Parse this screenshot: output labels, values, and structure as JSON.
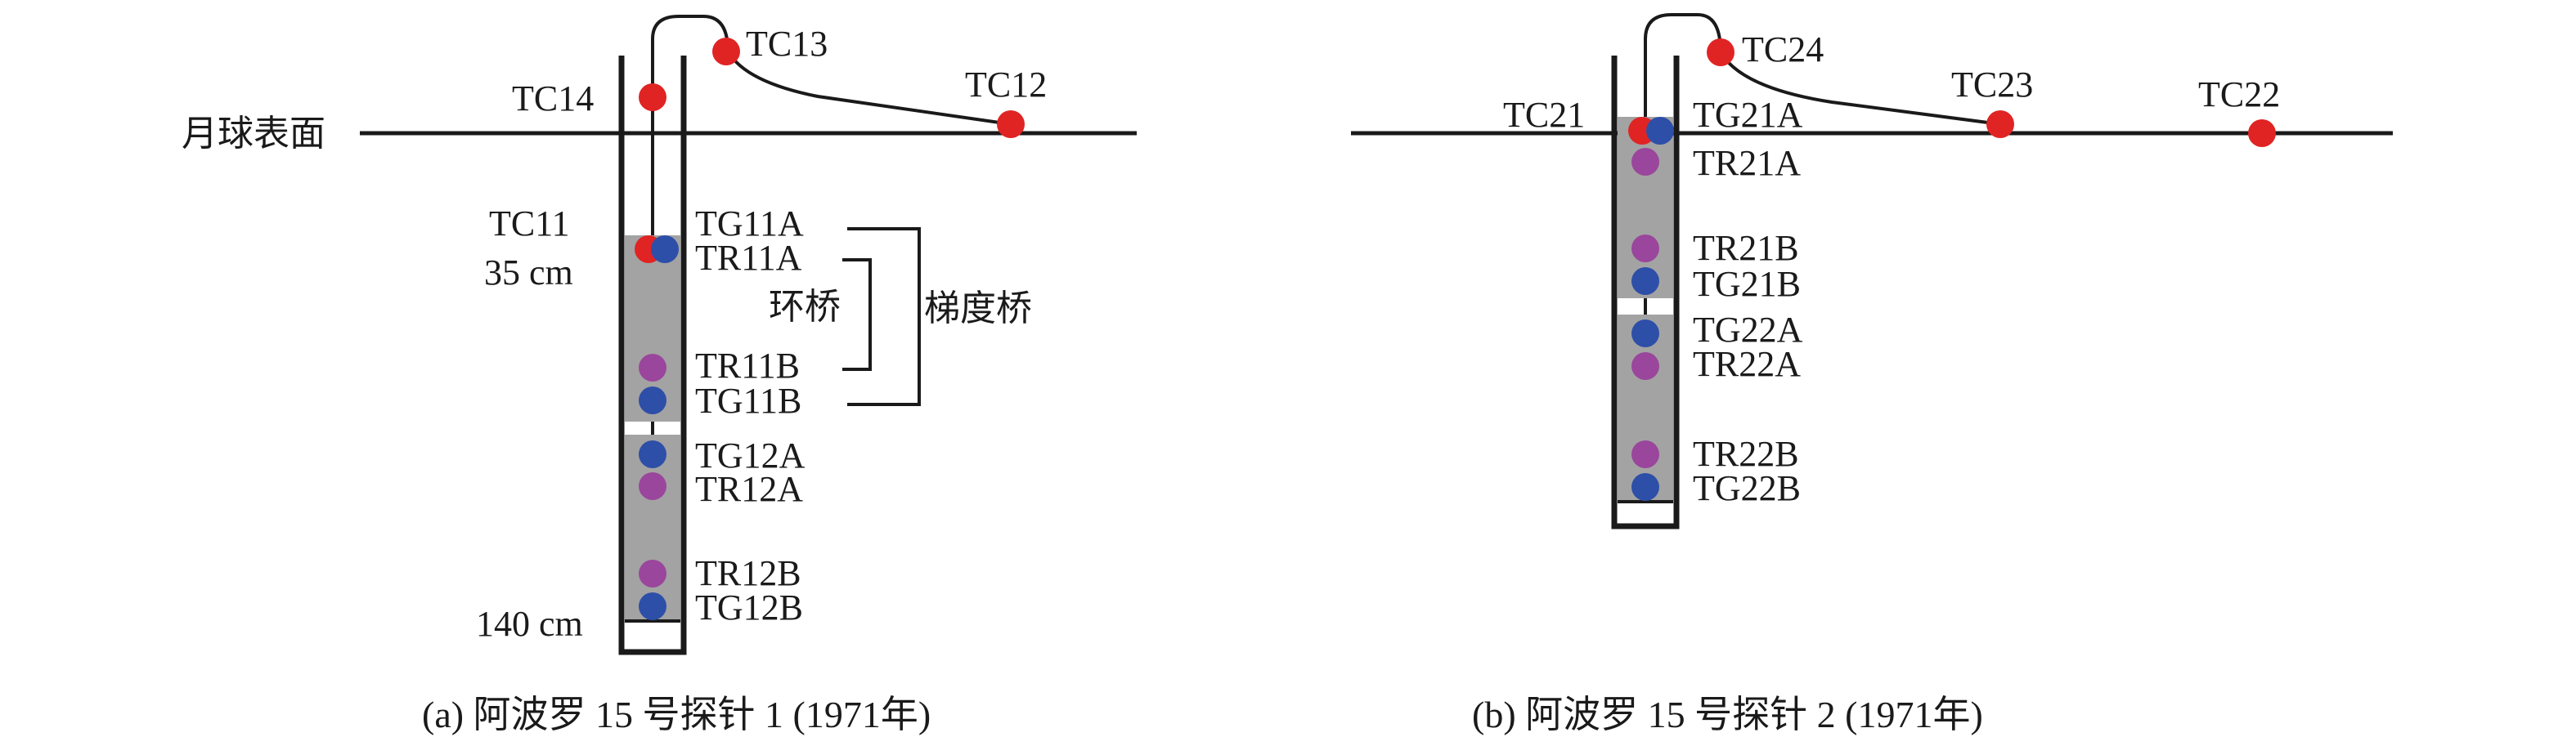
{
  "colors": {
    "probe_fill": "#a3a3a3",
    "line": "#1a1a1a",
    "tc_sensor": "#e02424",
    "tg_sensor": "#2e4fa8",
    "tr_sensor": "#9a469c"
  },
  "panel_a": {
    "surface_label": "月球表面",
    "top_sensors": {
      "tc14": "TC14",
      "tc13": "TC13",
      "tc12": "TC12"
    },
    "depth_label_line1": "TC11",
    "depth_label_line2": "35 cm",
    "bottom_depth": "140 cm",
    "sensors": {
      "tg11a": "TG11A",
      "tr11a": "TR11A",
      "tr11b": "TR11B",
      "tg11b": "TG11B",
      "tg12a": "TG12A",
      "tr12a": "TR12A",
      "tr12b": "TR12B",
      "tg12b": "TG12B"
    },
    "ring_bridge": "环桥",
    "gradient_bridge": "梯度桥",
    "caption": "(a) 阿波罗 15 号探针 1 (1971年)"
  },
  "panel_b": {
    "top_sensors": {
      "tc21": "TC21",
      "tc24": "TC24",
      "tc23": "TC23",
      "tc22": "TC22"
    },
    "sensors": {
      "tg21a": "TG21A",
      "tr21a": "TR21A",
      "tr21b": "TR21B",
      "tg21b": "TG21B",
      "tg22a": "TG22A",
      "tr22a": "TR22A",
      "tr22b": "TR22B",
      "tg22b": "TG22B"
    },
    "caption": "(b) 阿波罗 15 号探针 2 (1971年)"
  }
}
